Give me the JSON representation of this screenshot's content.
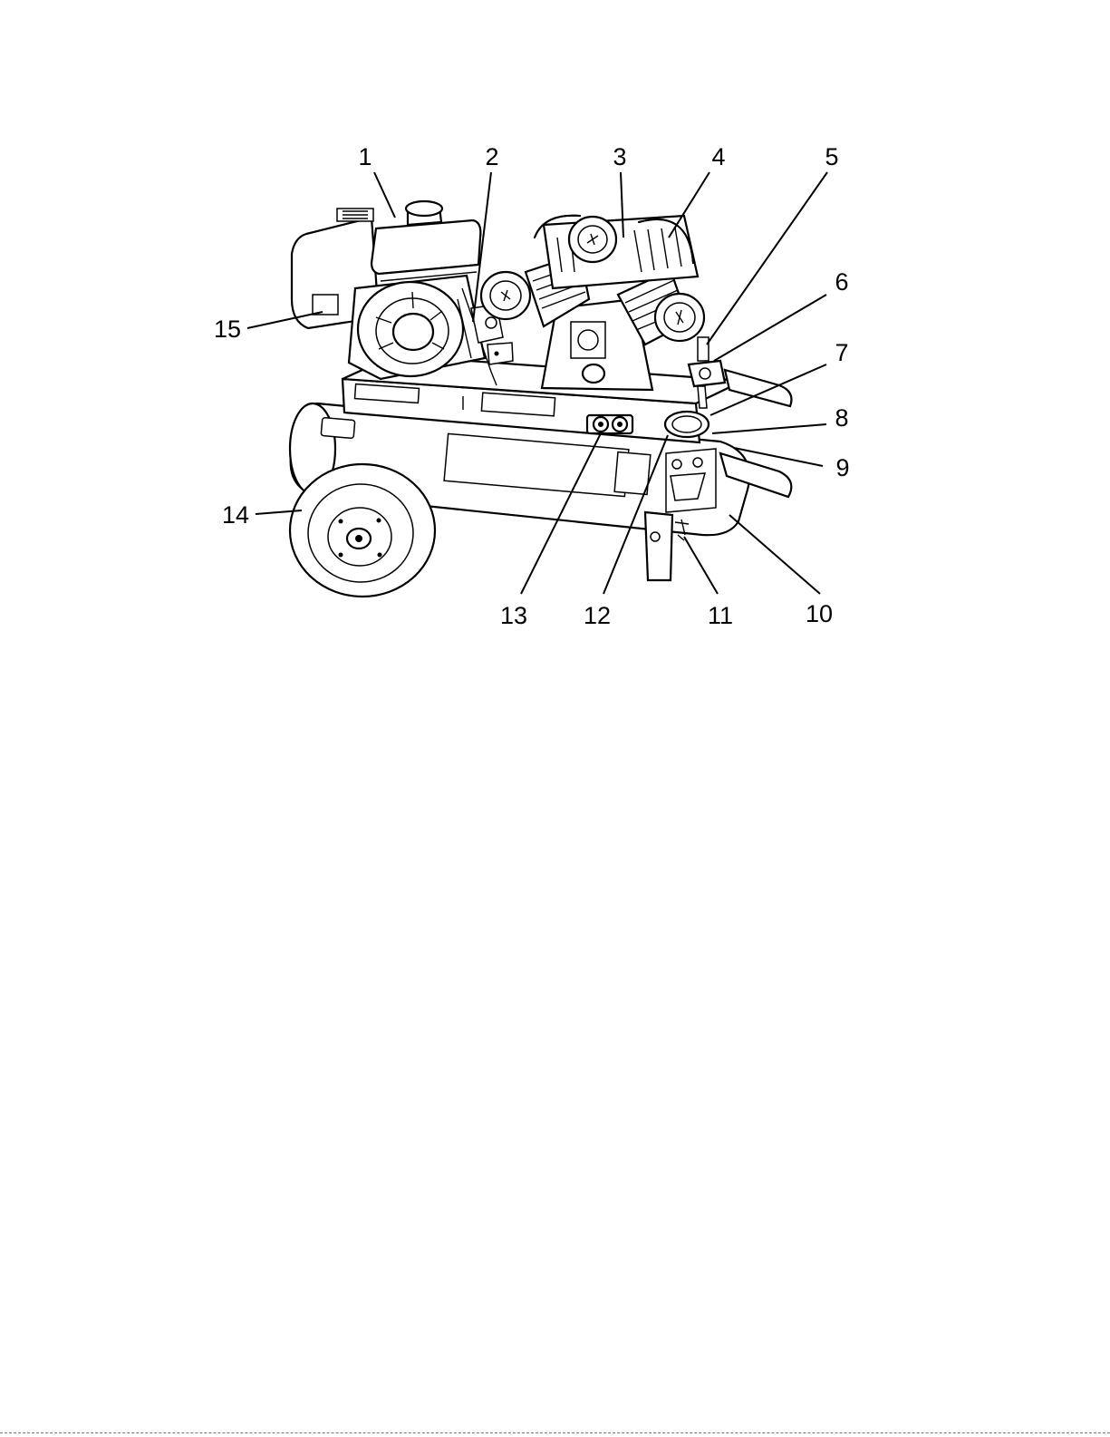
{
  "figure": {
    "subject": "portable gas engine air compressor",
    "callouts": [
      {
        "number": "1"
      },
      {
        "number": "2"
      },
      {
        "number": "3"
      },
      {
        "number": "4"
      },
      {
        "number": "5"
      },
      {
        "number": "6"
      },
      {
        "number": "7"
      },
      {
        "number": "8"
      },
      {
        "number": "9"
      },
      {
        "number": "10"
      },
      {
        "number": "11"
      },
      {
        "number": "12"
      },
      {
        "number": "13"
      },
      {
        "number": "14"
      },
      {
        "number": "15"
      }
    ]
  }
}
